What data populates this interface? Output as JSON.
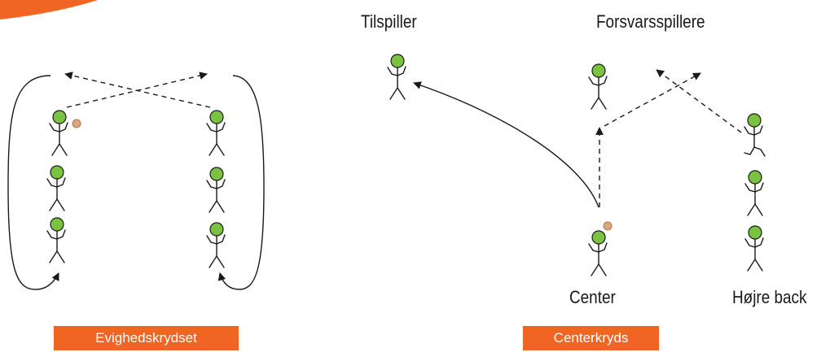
{
  "labels": {
    "setter": "Tilspiller",
    "defenders": "Forsvarsspillere",
    "center": "Center",
    "right_back": "Højre back"
  },
  "drills": {
    "left": "Evighedskrydset",
    "right": "Centerkryds"
  },
  "colors": {
    "accent": "#f06424",
    "player_head": "#7cc242",
    "ball": "#d9a77a",
    "line": "#1a1a1a"
  }
}
